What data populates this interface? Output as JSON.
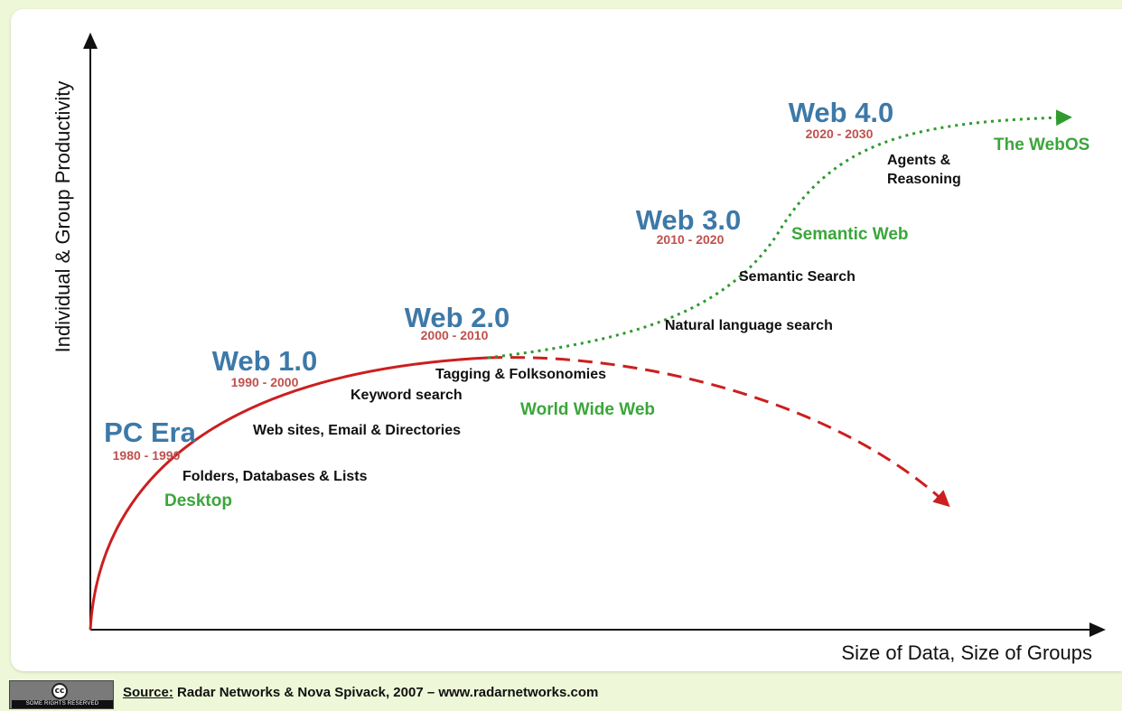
{
  "axes": {
    "y_label": "Individual & Group Productivity",
    "x_label": "Size of Data, Size of Groups"
  },
  "eras": [
    {
      "name": "PC Era",
      "years": "1980 - 1990"
    },
    {
      "name": "Web 1.0",
      "years": "1990 - 2000"
    },
    {
      "name": "Web 2.0",
      "years": "2000 - 2010"
    },
    {
      "name": "Web 3.0",
      "years": "2010 - 2020"
    },
    {
      "name": "Web 4.0",
      "years": "2020 - 2030"
    }
  ],
  "technologies": [
    {
      "text": "Folders, Databases & Lists"
    },
    {
      "text": "Web sites, Email & Directories"
    },
    {
      "text": "Keyword search"
    },
    {
      "text": "Tagging & Folksonomies"
    },
    {
      "text": "Natural language search"
    },
    {
      "text": "Semantic Search"
    },
    {
      "lines": [
        "Agents &",
        "Reasoning"
      ]
    }
  ],
  "categories": {
    "desktop": "Desktop",
    "www": "World Wide Web",
    "semantic": "Semantic Web",
    "webos": "The WebOS"
  },
  "footer": {
    "cc_symbol": "cc",
    "cc_text": "SOME RIGHTS RESERVED",
    "source_label": "Source:",
    "source_text": " Radar Networks & Nova Spivack, 2007 – www.radarnetworks.com"
  },
  "colors": {
    "era_title": "#3d79a8",
    "era_years": "#c0504d",
    "category_green": "#3aa63a",
    "solid_curve": "#cc1f1f",
    "dotted_curve": "#2e9b2e",
    "axis": "#111111",
    "background": "#eef8d8"
  }
}
